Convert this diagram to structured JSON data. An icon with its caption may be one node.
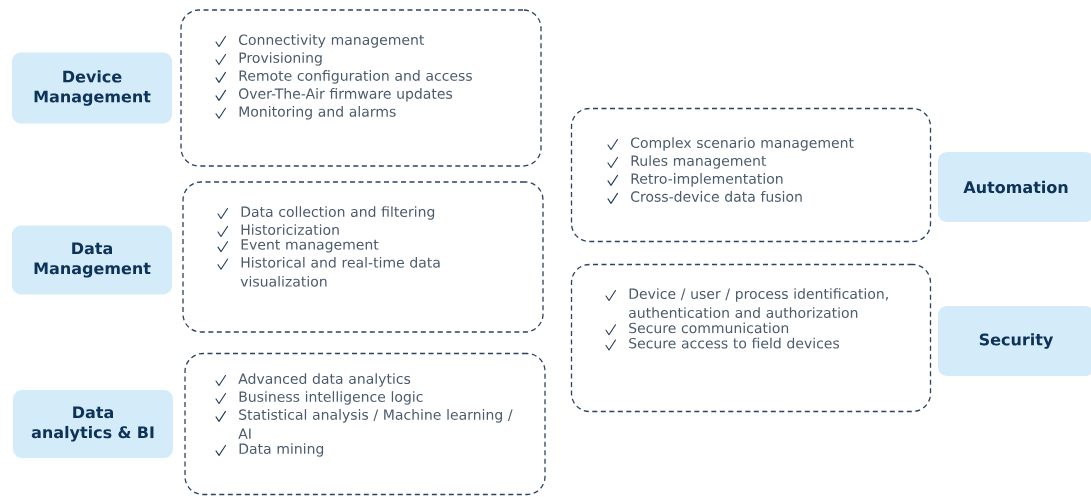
{
  "diagram": {
    "nodes": [
      {
        "text": [
          "Device Management"
        ]
      },
      {
        "text": [
          "Connectivity management",
          "Provisioning",
          "Remote configuration and access",
          "Over-The-Air firmware updates",
          "Monitoring and alarms"
        ]
      },
      {
        "text": [
          "Data Management"
        ]
      },
      {
        "text": [
          "Data collection and filtering",
          "Historicization",
          "Event management",
          "Historical and real-time data visualization"
        ]
      },
      {
        "text": [
          "Data analytics & BI"
        ]
      },
      {
        "text": [
          "Advanced data analytics",
          "Business intelligence logic",
          "Statistical analysis / Machine learning / AI",
          "Data mining"
        ]
      },
      {
        "text": [
          "Complex scenario management",
          "Rules management",
          "Retro-implementation",
          "Cross-device data fusion"
        ]
      },
      {
        "text": [
          "Automation"
        ]
      },
      {
        "text": [
          "Device / user / process identification, authentication and authorization",
          "Secure communication",
          "Secure access to field devices"
        ]
      },
      {
        "text": [
          "Security"
        ]
      }
    ]
  }
}
